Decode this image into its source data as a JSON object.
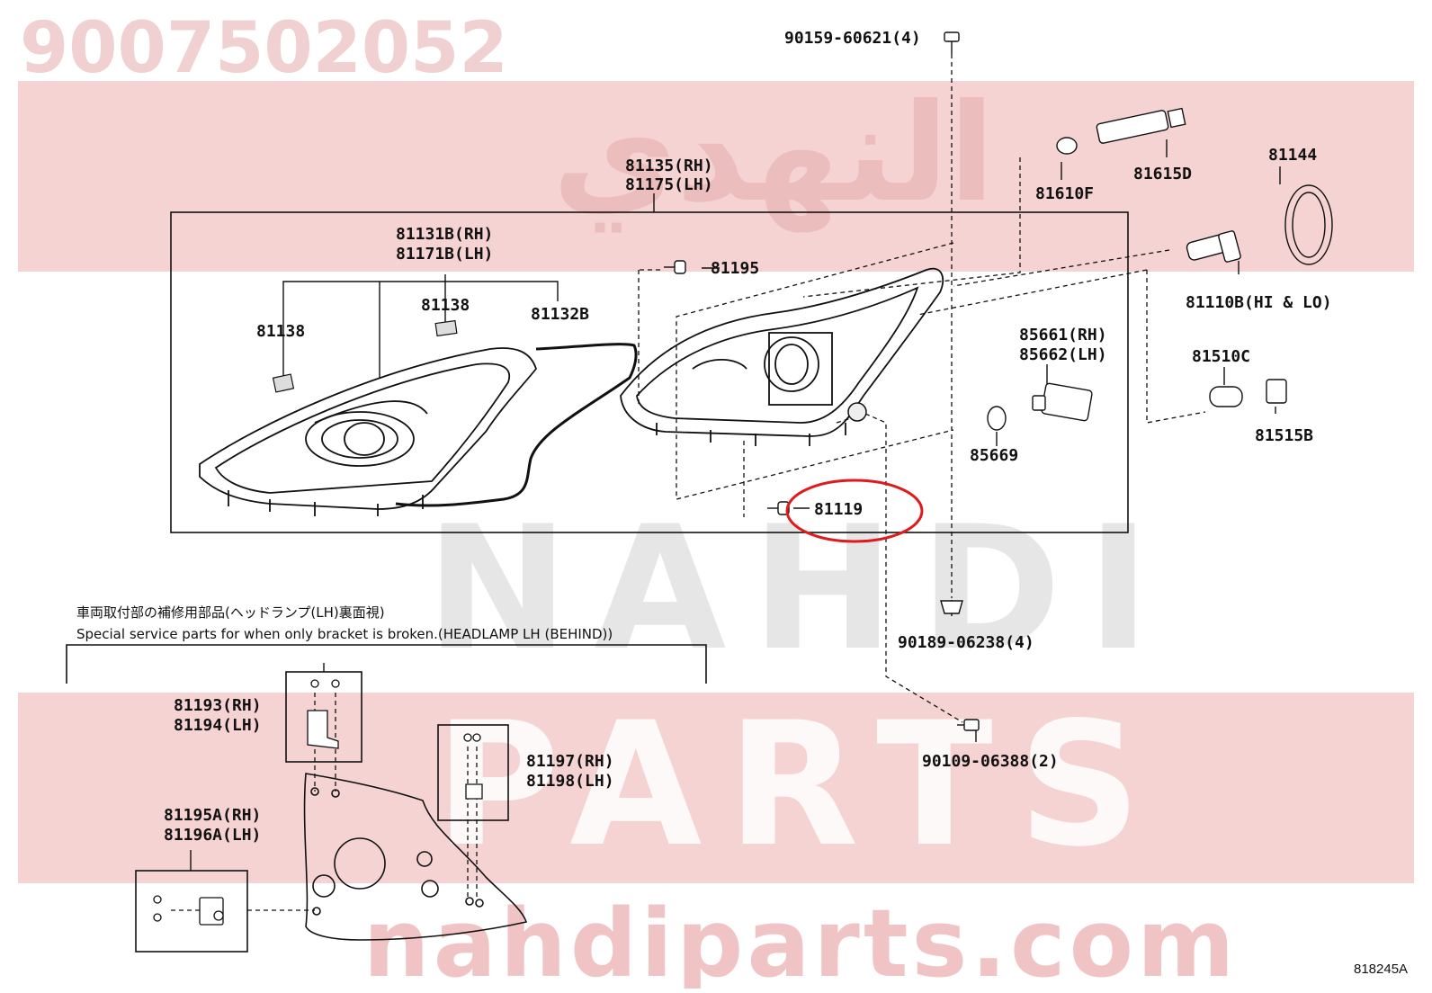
{
  "watermark": {
    "part_number": "9007502052",
    "arabic_brand": "النهدي",
    "brand_word_1": "NAHDI",
    "brand_word_2": "PARTS",
    "website": "nahdiparts.com",
    "band_color": "#f6d3d3",
    "text_color": "#e9b3b3"
  },
  "highlight": {
    "part": "81119",
    "color": "#e0191a"
  },
  "callouts": {
    "bolt_top": "90159-60621(4)",
    "assy_rh": "81135(RH)",
    "assy_lh": "81175(LH)",
    "lens_rh": "81131B(RH)",
    "lens_lh": "81171B(LH)",
    "reflector_left": "81138",
    "reflector_mid": "81138",
    "gasket": "81132B",
    "screw_upper": "81195",
    "screw_lower": "81119",
    "cap": "81610F",
    "socket": "81615D",
    "cover": "81144",
    "bulb_main": "81110B(HI & LO)",
    "actuator_rh": "85661(RH)",
    "actuator_lh": "85662(LH)",
    "oring": "85669",
    "bulb_small": "81510C",
    "small_socket": "81515B",
    "clip": "90189-06238(4)",
    "bolt_bottom": "90109-06388(2)",
    "bracket_a_rh": "81193(RH)",
    "bracket_a_lh": "81194(LH)",
    "bracket_b_rh": "81197(RH)",
    "bracket_b_lh": "81198(LH)",
    "bracket_c_rh": "81195A(RH)",
    "bracket_c_lh": "81196A(LH)"
  },
  "note": {
    "japanese": "車両取付部の補修用部品(ヘッドランプ(LH)裏面視)",
    "english": "Special service parts for when only bracket is broken.(HEADLAMP LH (BEHIND))"
  },
  "figure_code": "818245A"
}
